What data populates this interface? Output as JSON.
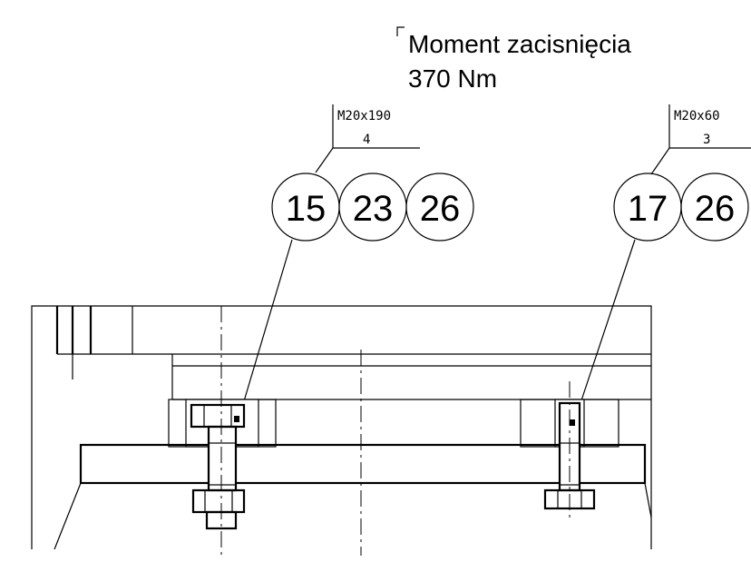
{
  "note": {
    "line1": "Moment zacisnięcia",
    "line2": "370 Nm"
  },
  "bolt_labels": [
    {
      "size": "M20x190",
      "qty": "4"
    },
    {
      "size": "M20x60",
      "qty": "3"
    }
  ],
  "balloons": {
    "left": [
      "15",
      "23",
      "26"
    ],
    "right": [
      "17",
      "26"
    ]
  }
}
